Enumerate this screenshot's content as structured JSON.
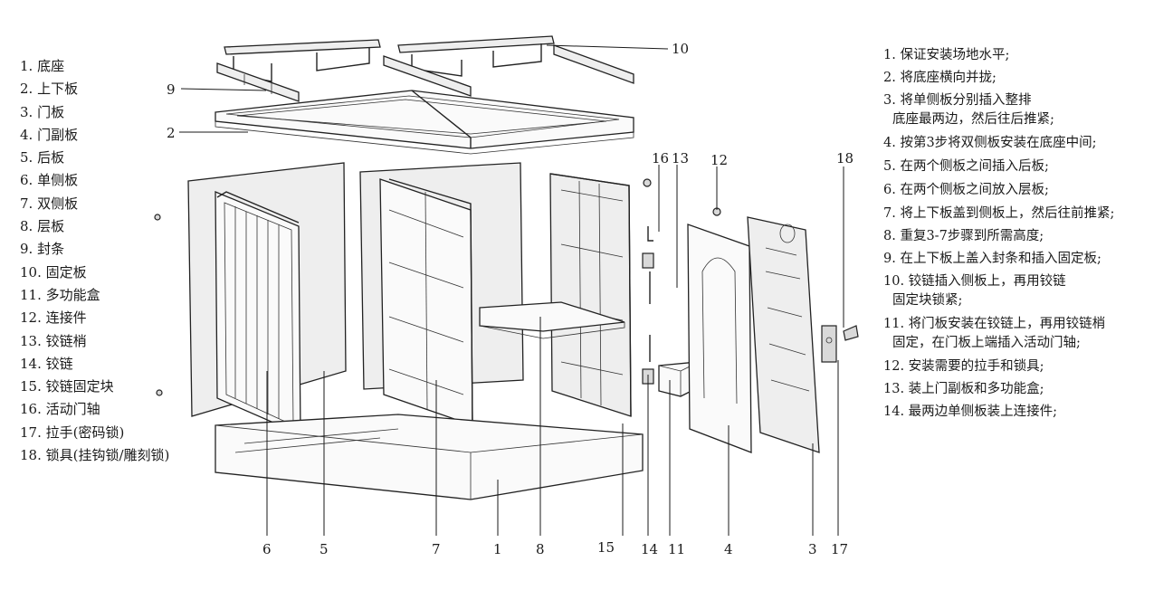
{
  "parts": [
    "1. 底座",
    "2. 上下板",
    "3. 门板",
    "4. 门副板",
    "5. 后板",
    "6. 单侧板",
    "7. 双侧板",
    "8. 层板",
    "9. 封条",
    "10. 固定板",
    "11. 多功能盒",
    "12. 连接件",
    "13. 铰链梢",
    "14. 铰链",
    "15. 铰链固定块",
    "16. 活动门轴",
    "17. 拉手(密码锁)",
    "18. 锁具(挂钩锁/雕刻锁)"
  ],
  "steps": [
    "1. 保证安装场地水平;",
    "2. 将底座横向并拢;",
    "3. 将单侧板分别插入整排",
    "底座最两边，然后往后推紧;",
    "4. 按第3步将双侧板安装在底座中间;",
    "5. 在两个侧板之间插入后板;",
    "6. 在两个侧板之间放入层板;",
    "7. 将上下板盖到侧板上，然后往前推紧;",
    "8. 重复3-7步骤到所需高度;",
    "9. 在上下板上盖入封条和插入固定板;",
    "10. 铰链插入侧板上，再用铰链",
    "固定块锁紧;",
    "11. 将门板安装在铰链上，再用铰链梢",
    "固定，在门板上端插入活动门轴;",
    "12. 安装需要的拉手和锁具;",
    "13. 装上门副板和多功能盒;",
    "14. 最两边单侧板装上连接件;"
  ],
  "callouts": {
    "c1": "1",
    "c2": "2",
    "c3": "3",
    "c4": "4",
    "c5": "5",
    "c6": "6",
    "c7": "7",
    "c8": "8",
    "c9": "9",
    "c10": "10",
    "c11": "11",
    "c12": "12",
    "c13": "13",
    "c14": "14",
    "c15": "15",
    "c16": "16",
    "c17": "17",
    "c18": "18"
  }
}
